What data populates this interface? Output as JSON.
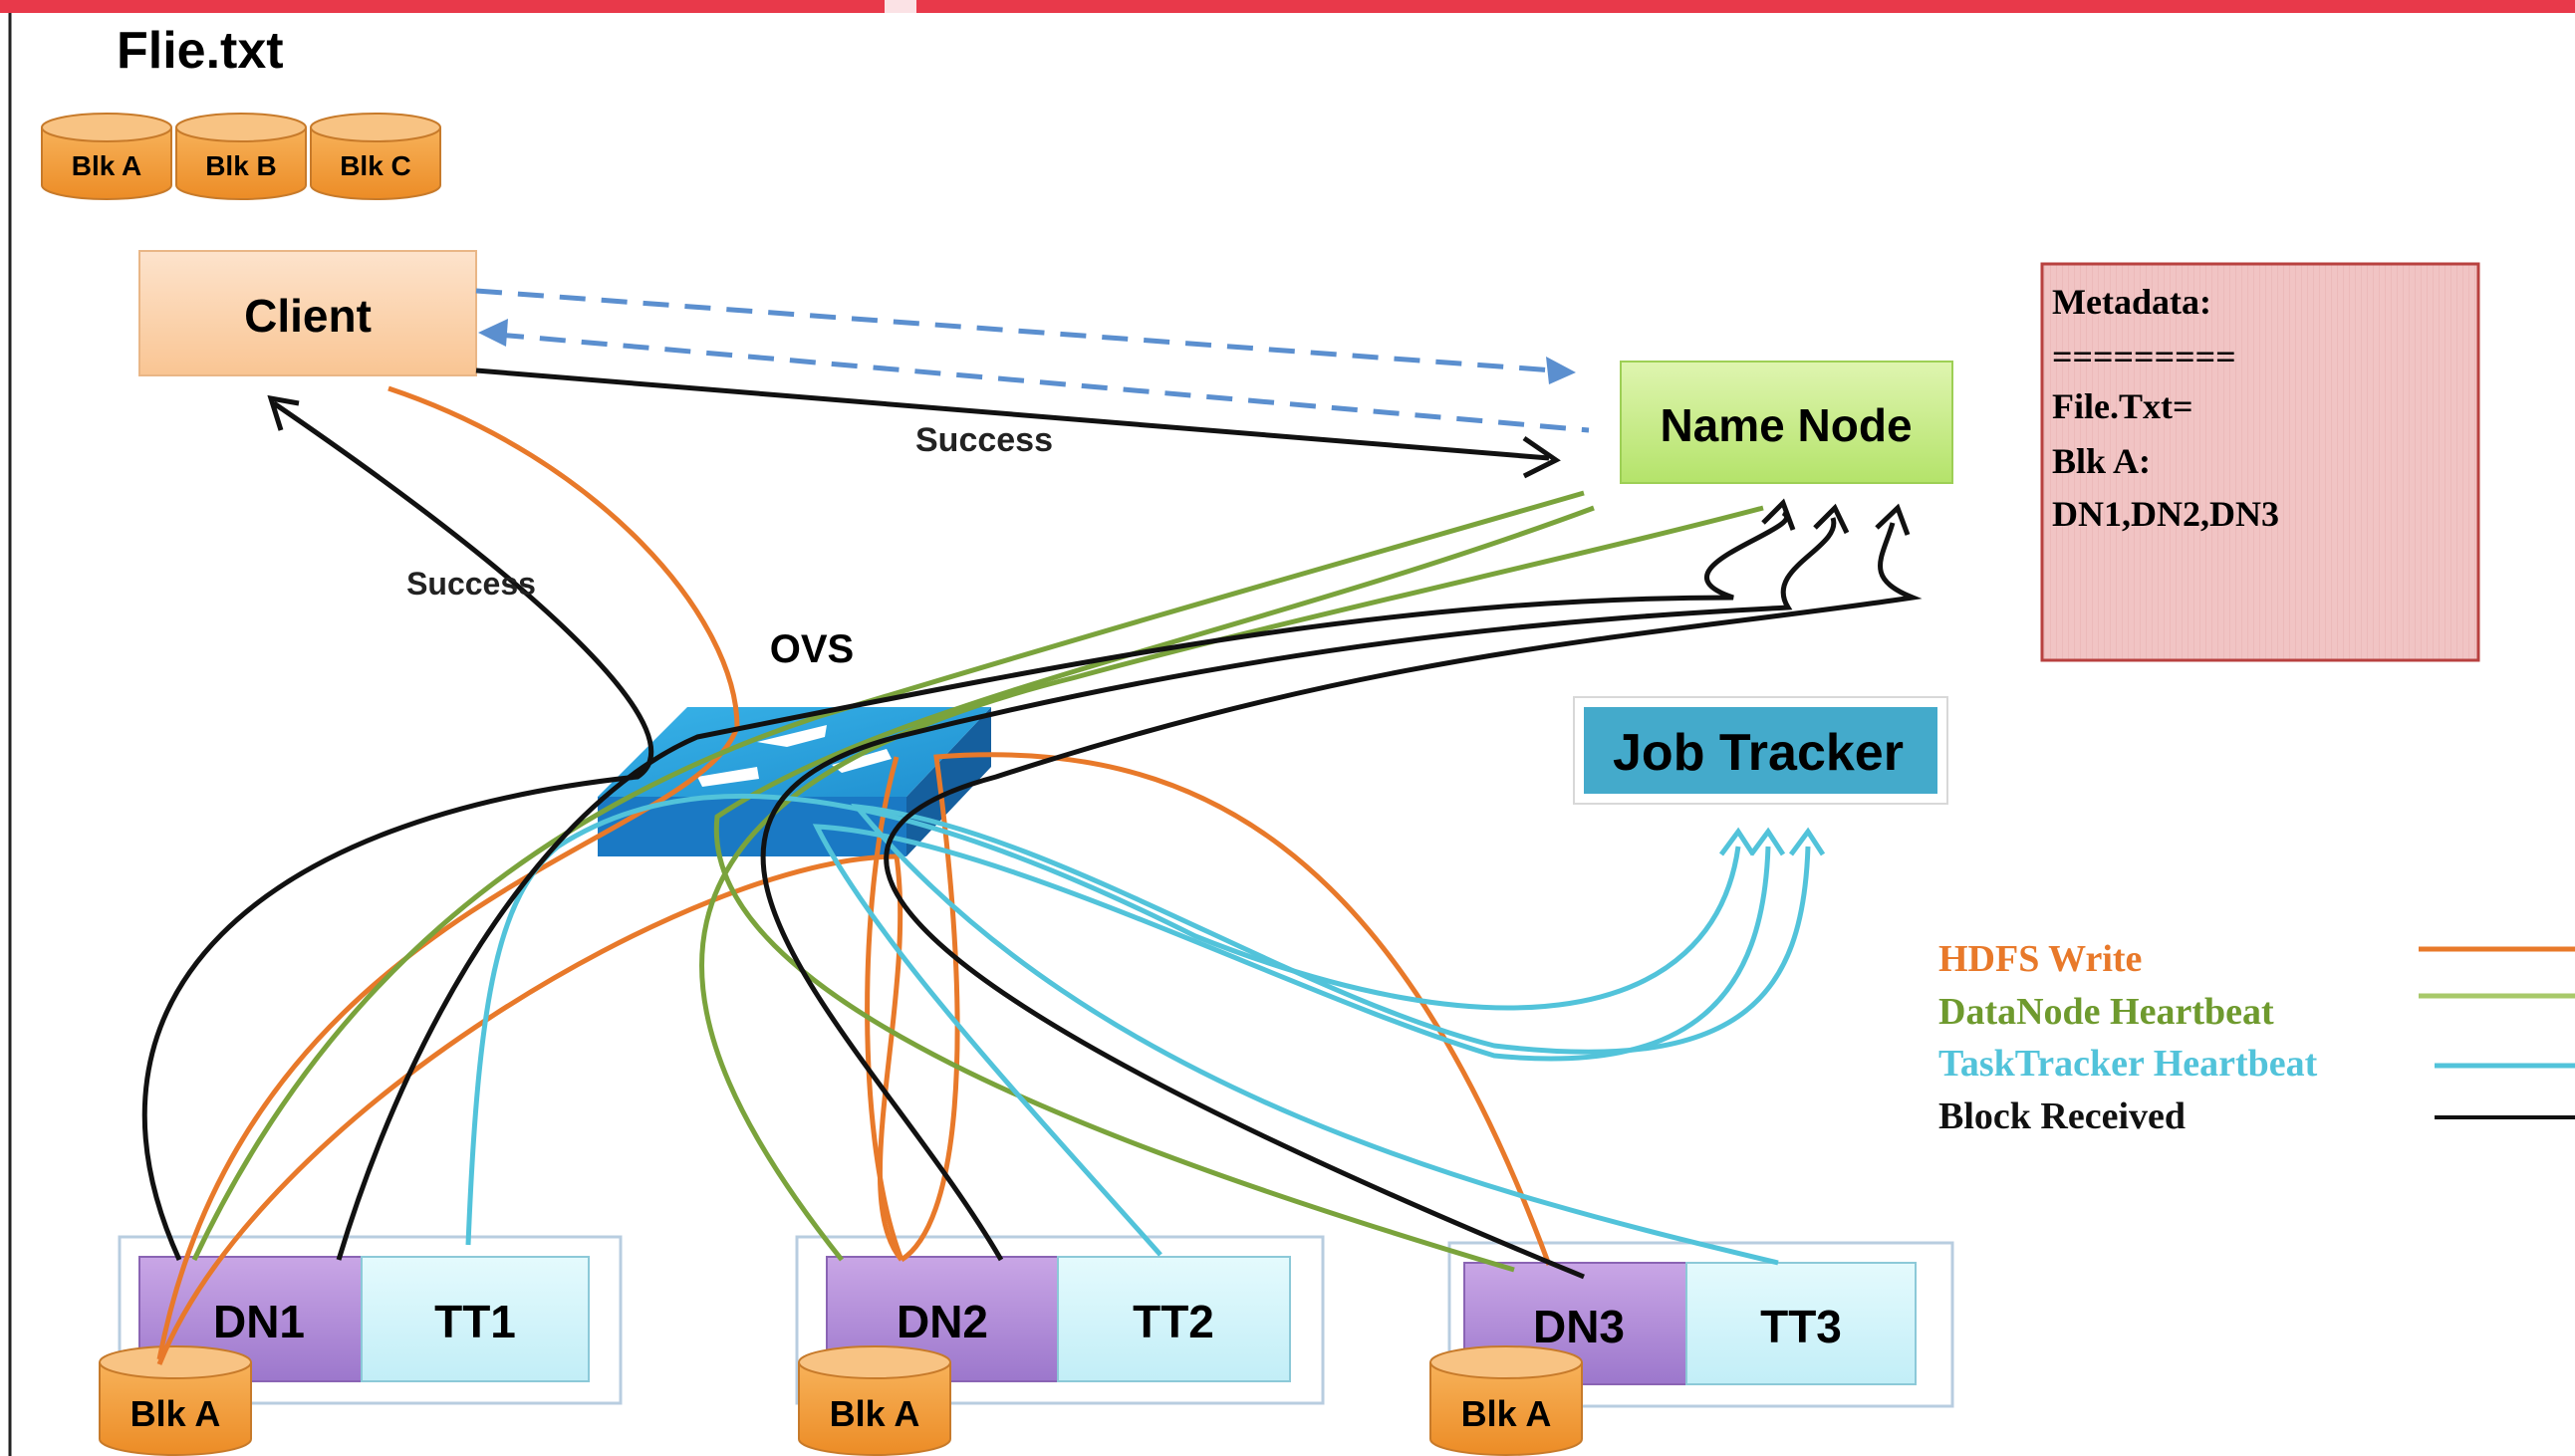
{
  "file_title": "Flie.txt",
  "file_blocks": [
    "Blk A",
    "Blk B",
    "Blk C"
  ],
  "nodes": {
    "client": "Client",
    "namenode": "Name Node",
    "jobtracker": "Job Tracker",
    "ovs": "OVS"
  },
  "edge_labels": {
    "success_namenode": "Success",
    "success_client": "Success"
  },
  "metadata_lines": [
    "Metadata:",
    "=========",
    "File.Txt=",
    "Blk A:",
    "DN1,DN2,DN3"
  ],
  "hosts": [
    {
      "dn": "DN1",
      "tt": "TT1",
      "block": "Blk A"
    },
    {
      "dn": "DN2",
      "tt": "TT2",
      "block": "Blk A"
    },
    {
      "dn": "DN3",
      "tt": "TT3",
      "block": "Blk A"
    }
  ],
  "legend": [
    {
      "label": "HDFS Write",
      "color": "#e8792a"
    },
    {
      "label": "DataNode Heartbeat",
      "color": "#7aa33c"
    },
    {
      "label": "TaskTracker Heartbeat",
      "color": "#52c3da"
    },
    {
      "label": "Block Received",
      "color": "#111111"
    }
  ],
  "colors": {
    "top_bar": "#e8394a",
    "hdfs_write": "#e8792a",
    "datanode_heartbeat": "#7aa33c",
    "tasktracker_heartbeat": "#52c3da",
    "block_received": "#111111",
    "client_request": "#5b8fcf"
  }
}
